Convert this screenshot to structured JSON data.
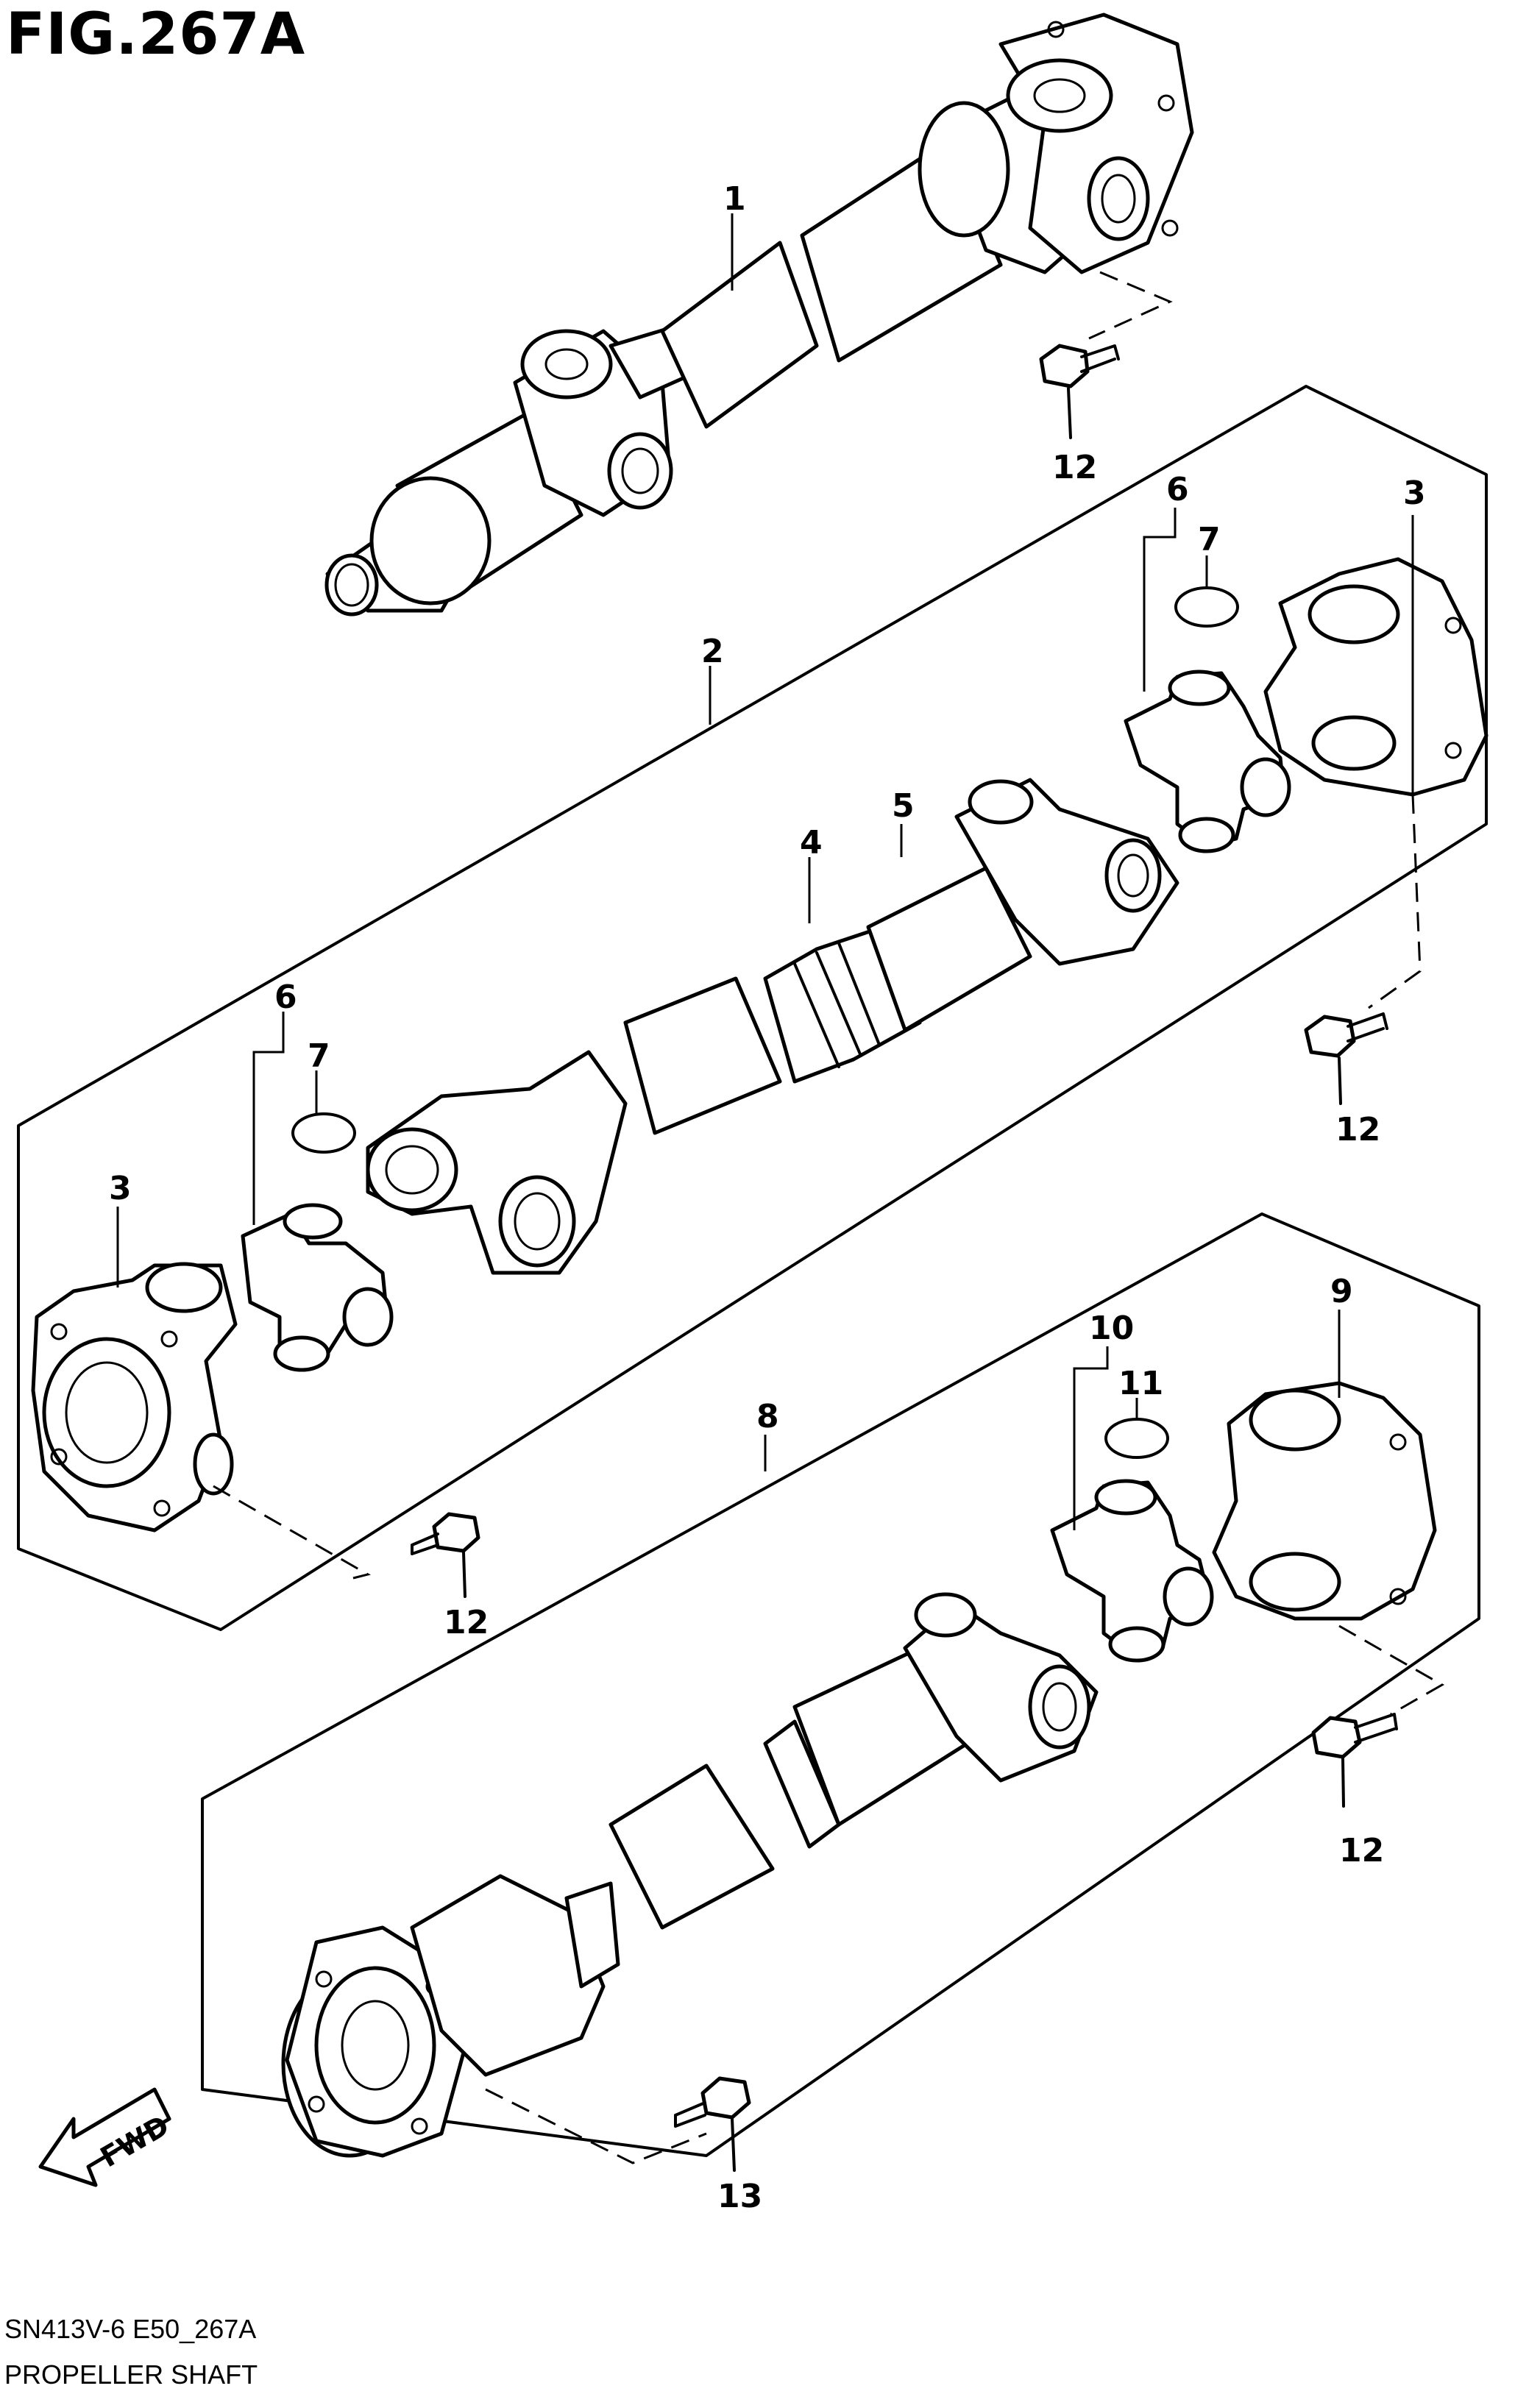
{
  "figure": {
    "title": "FIG.267A",
    "code": "SN413V-6 E50_267A",
    "caption": "PROPELLER SHAFT",
    "direction_label": "FWD"
  },
  "callouts": {
    "c1": "1",
    "c2": "2",
    "c3a": "3",
    "c3b": "3",
    "c4": "4",
    "c5": "5",
    "c6a": "6",
    "c6b": "6",
    "c7a": "7",
    "c7b": "7",
    "c8": "8",
    "c9": "9",
    "c10": "10",
    "c11": "11",
    "c12a": "12",
    "c12b": "12",
    "c12c": "12",
    "c12d": "12",
    "c13": "13"
  }
}
